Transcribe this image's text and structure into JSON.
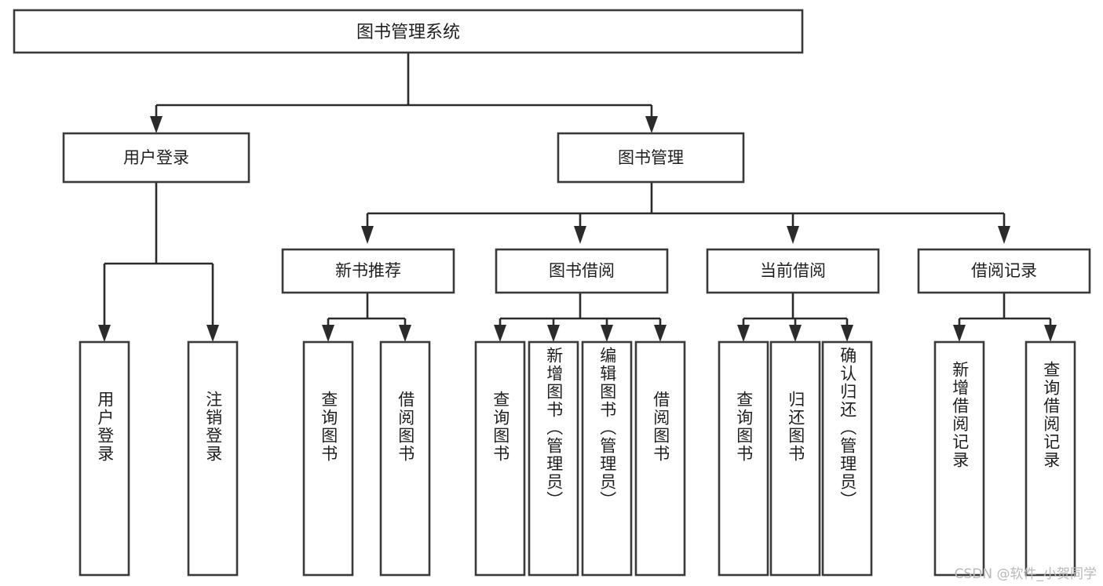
{
  "diagram": {
    "title": "图书管理系统",
    "type": "tree",
    "watermark": "CSDN @软件_小贺同学",
    "colors": {
      "background": "#ffffff",
      "box_stroke": "#3a3a3a",
      "connector": "#2b2b2b",
      "text": "#1f1f1f",
      "watermark": "#b9b9b9"
    },
    "root": {
      "label": "图书管理系统"
    },
    "level2": [
      {
        "id": "user-login",
        "label": "用户登录"
      },
      {
        "id": "book-manage",
        "label": "图书管理"
      }
    ],
    "level3": [
      {
        "id": "new-book-recommend",
        "label": "新书推荐",
        "parent": "book-manage"
      },
      {
        "id": "book-borrow",
        "label": "图书借阅",
        "parent": "book-manage"
      },
      {
        "id": "current-borrow",
        "label": "当前借阅",
        "parent": "book-manage"
      },
      {
        "id": "borrow-record",
        "label": "借阅记录",
        "parent": "book-manage"
      }
    ],
    "leaves": {
      "user-login": [
        {
          "id": "leaf-user-login",
          "label": "用户登录"
        },
        {
          "id": "leaf-user-logout",
          "label": "注销登录"
        }
      ],
      "new-book-recommend": [
        {
          "id": "leaf-query-book-1",
          "label": "查询图书"
        },
        {
          "id": "leaf-borrow-book-1",
          "label": "借阅图书"
        }
      ],
      "book-borrow": [
        {
          "id": "leaf-query-book-2",
          "label": "查询图书"
        },
        {
          "id": "leaf-add-book",
          "label": "新增图书（管理员）"
        },
        {
          "id": "leaf-edit-book",
          "label": "编辑图书（管理员）"
        },
        {
          "id": "leaf-borrow-book-2",
          "label": "借阅图书"
        }
      ],
      "current-borrow": [
        {
          "id": "leaf-query-book-3",
          "label": "查询图书"
        },
        {
          "id": "leaf-return-book",
          "label": "归还图书"
        },
        {
          "id": "leaf-confirm-return",
          "label": "确认归还（管理员）"
        }
      ],
      "borrow-record": [
        {
          "id": "leaf-add-record",
          "label": "新增借阅记录"
        },
        {
          "id": "leaf-query-record",
          "label": "查询借阅记录"
        }
      ]
    }
  }
}
